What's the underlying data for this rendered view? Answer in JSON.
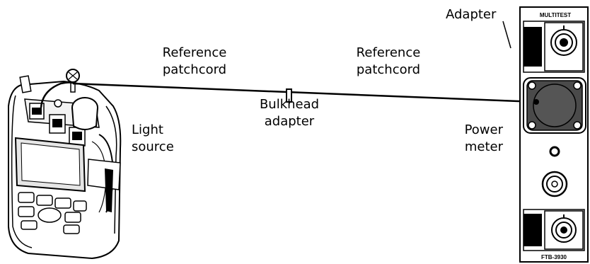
{
  "labels": {
    "adapter": "Adapter",
    "ref_patchcord_left": [
      "Reference",
      "patchcord"
    ],
    "ref_patchcord_right": [
      "Reference",
      "patchcord"
    ],
    "bulkhead_adapter": [
      "Bulkhead",
      "adapter"
    ],
    "light_source": [
      "Light",
      "source"
    ],
    "power_meter": [
      "Power",
      "meter"
    ]
  },
  "module": {
    "top_text": "MULTITEST",
    "bottom_text": "FTB-3930"
  }
}
